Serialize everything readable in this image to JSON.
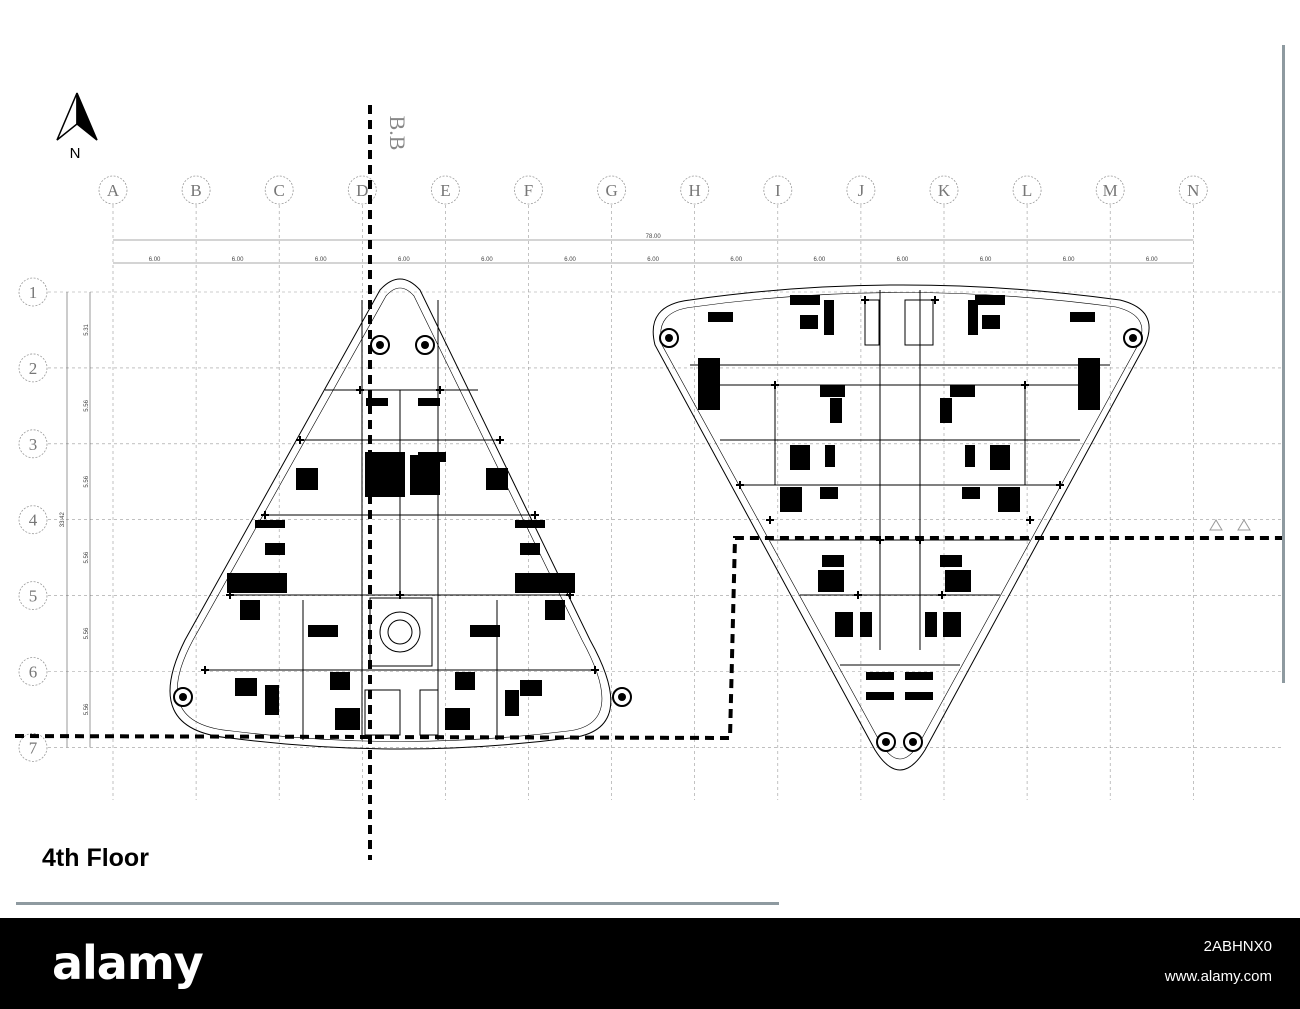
{
  "north_arrow": {
    "label": "N"
  },
  "section_label": "B.B",
  "grid": {
    "columns": [
      "A",
      "B",
      "C",
      "D",
      "E",
      "F",
      "G",
      "H",
      "I",
      "J",
      "K",
      "L",
      "M",
      "N"
    ],
    "rows": [
      "1",
      "2",
      "3",
      "4",
      "5",
      "6",
      "7"
    ]
  },
  "dimensions": {
    "overall_horizontal": "78.00",
    "bays_horizontal": [
      "6.00",
      "6.00",
      "6.00",
      "6.00",
      "6.00",
      "6.00",
      "6.00",
      "6.00",
      "6.00",
      "6.00",
      "6.00",
      "6.00",
      "6.00"
    ],
    "overall_vertical": "33.42",
    "bays_vertical": [
      "5.31",
      "5.56",
      "5.56",
      "5.56",
      "5.56",
      "5.56"
    ]
  },
  "drawing_title": "4th Floor",
  "colors": {
    "grid": "#9a9a9a",
    "plan": "#000000",
    "accent_bar": "#8e9aa0",
    "footer": "#000000"
  },
  "footer": {
    "brand": "alamy",
    "image_id": "2ABHNX0",
    "website": "www.alamy.com"
  }
}
